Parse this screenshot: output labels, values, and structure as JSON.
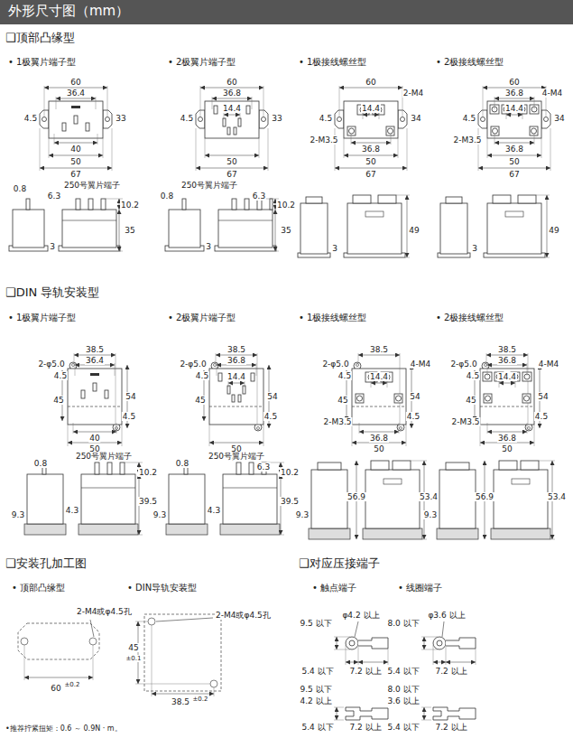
{
  "diagram": {
    "title": "外形尺寸图（mm）",
    "labels": [
      "❑顶部凸缘型",
      "• 1极翼片端子型",
      "• 2极翼片端子型",
      "• 1极接线螺丝型",
      "• 2极接线螺丝型",
      "60",
      "36.4",
      "4.5",
      "33",
      "40",
      "50",
      "67",
      "0.8",
      "6.3",
      "250号翼片端子",
      "10.2",
      "35",
      "3",
      "60",
      "36.8",
      "14.4",
      "4.5",
      "33",
      "50",
      "67",
      "0.8",
      "250号翼片端子",
      "6.3",
      "10.2",
      "35",
      "3",
      "60",
      "14.4",
      "2-M4",
      "4.5",
      "34",
      "2-M3.5",
      "36.8",
      "50",
      "67",
      "49",
      "3",
      "60",
      "36.8",
      "14.4",
      "4-M4",
      "4.5",
      "34",
      "2-M3.5",
      "36.8",
      "50",
      "67",
      "49",
      "3",
      "❑DIN 导轨安装型",
      "• 1极翼片端子型",
      "• 2极翼片端子型",
      "• 1极接线螺丝型",
      "• 2极接线螺丝型",
      "38.5",
      "36.4",
      "2-φ5.0",
      "4.5",
      "45",
      "4.5",
      "54",
      "40",
      "50",
      "0.8",
      "250号翼片端子",
      "10.2",
      "9.3",
      "4.3",
      "39.5",
      "38.5",
      "36.8",
      "14.4",
      "2-φ5.0",
      "4.5",
      "45",
      "4.5",
      "54",
      "50",
      "0.8",
      "250号翼片端子",
      "6.3",
      "10.2",
      "9.3",
      "4.3",
      "39.5",
      "38.5",
      "14.4",
      "2-φ5.0",
      "4-M4",
      "4.5",
      "45",
      "4.5",
      "54",
      "2-M3.5",
      "36.8",
      "50",
      "9.3",
      "56.9",
      "53.4",
      "38.5",
      "36.8",
      "14.4",
      "2-φ5.0",
      "4-M4",
      "4.5",
      "45",
      "4.5",
      "54",
      "2-M3.5",
      "36.8",
      "50",
      "9.3",
      "56.9",
      "53.4",
      "❑安装孔加工图",
      "• 顶部凸缘型",
      "2-M4或φ4.5孔",
      "60",
      "±0.2",
      "• DIN导轨安装型",
      "2-M4或φ4.5孔",
      "45",
      "±0.1",
      "38.5",
      "±0.2",
      "❑对应压接端子",
      "• 触点端子",
      "• 线圈端子",
      "9.5 以下",
      "φ4.2 以上",
      "5.4 以下",
      "7.2 以上",
      "9.5 以下",
      "4.2 以上",
      "5.4 以下",
      "7.2 以上",
      "8.0 以下",
      "φ3.6 以上",
      "5.4 以下",
      "7.2 以上",
      "8.0 以下",
      "3.6 以上",
      "5.4 以下",
      "7.2 以上",
      "•推荐拧紧扭矩：0.6 ～ 0.9N · m。"
    ]
  }
}
